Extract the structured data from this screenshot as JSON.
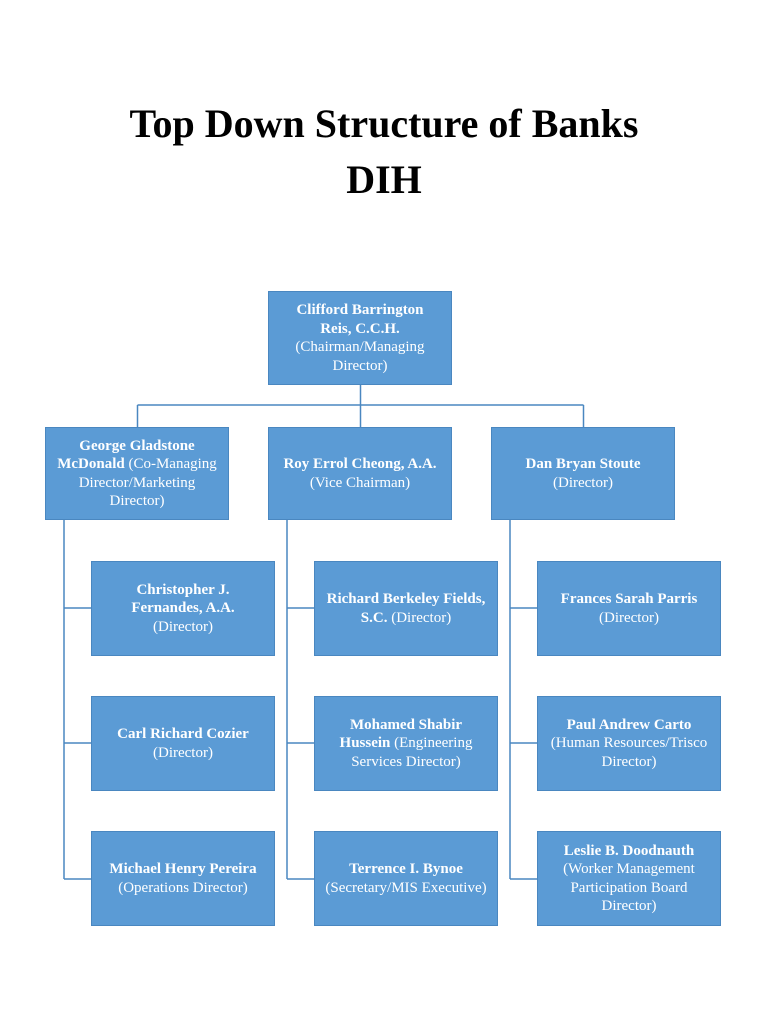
{
  "title": {
    "line1": "Top Down Structure of Banks",
    "line2": "DIH"
  },
  "colors": {
    "box_fill": "#5b9bd5",
    "connector": "#4a87c0",
    "text_on_box": "#ffffff"
  },
  "org_chart": {
    "root": {
      "name": "Clifford Barrington Reis, C.C.H.",
      "role": "(Chairman/Managing Director)"
    },
    "level2": [
      {
        "name": "George Gladstone McDonald",
        "role": "(Co-Managing Director/Marketing Director)",
        "reports": [
          {
            "name": "Christopher J. Fernandes, A.A.",
            "role": "(Director)"
          },
          {
            "name": "Carl Richard Cozier",
            "role": "(Director)"
          },
          {
            "name": "Michael Henry Pereira",
            "role": "(Operations Director)"
          }
        ]
      },
      {
        "name": "Roy Errol Cheong, A.A.",
        "role": "(Vice Chairman)",
        "reports": [
          {
            "name": "Richard Berkeley Fields, S.C.",
            "role": "(Director)"
          },
          {
            "name": "Mohamed Shabir Hussein",
            "role": "(Engineering Services Director)"
          },
          {
            "name": "Terrence I. Bynoe",
            "role": "(Secretary/MIS Executive)"
          }
        ]
      },
      {
        "name": "Dan Bryan Stoute",
        "role": "(Director)",
        "reports": [
          {
            "name": "Frances Sarah Parris",
            "role": "(Director)"
          },
          {
            "name": "Paul Andrew Carto",
            "role": "(Human Resources/Trisco Director)"
          },
          {
            "name": "Leslie B. Doodnauth",
            "role": "(Worker Management Participation Board Director)"
          }
        ]
      }
    ]
  }
}
